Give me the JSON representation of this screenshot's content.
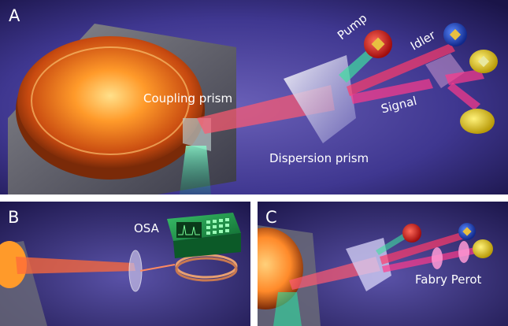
{
  "panels": {
    "a": {
      "letter": "A",
      "labels": {
        "pump": "Pump",
        "idler": "Idler",
        "signal": "Signal",
        "coupling_prism": "Coupling prism",
        "dispersion_prism": "Dispersion prism"
      }
    },
    "b": {
      "letter": "B",
      "labels": {
        "osa": "OSA"
      }
    },
    "c": {
      "letter": "C",
      "labels": {
        "fabry_perot": "Fabry Perot"
      }
    }
  },
  "colors": {
    "background_dark": "#1a1448",
    "background_light": "#5a52a8",
    "beam_orange": "#ff7a2a",
    "beam_red": "#ff3060",
    "beam_green": "#22e6a0",
    "pump_red": "#e31c1c",
    "idler_blue": "#2050c8",
    "signal_yellow": "#e8d21a",
    "osa_green": "#1f9a4a",
    "fabry_pink": "#ff9ad6"
  }
}
